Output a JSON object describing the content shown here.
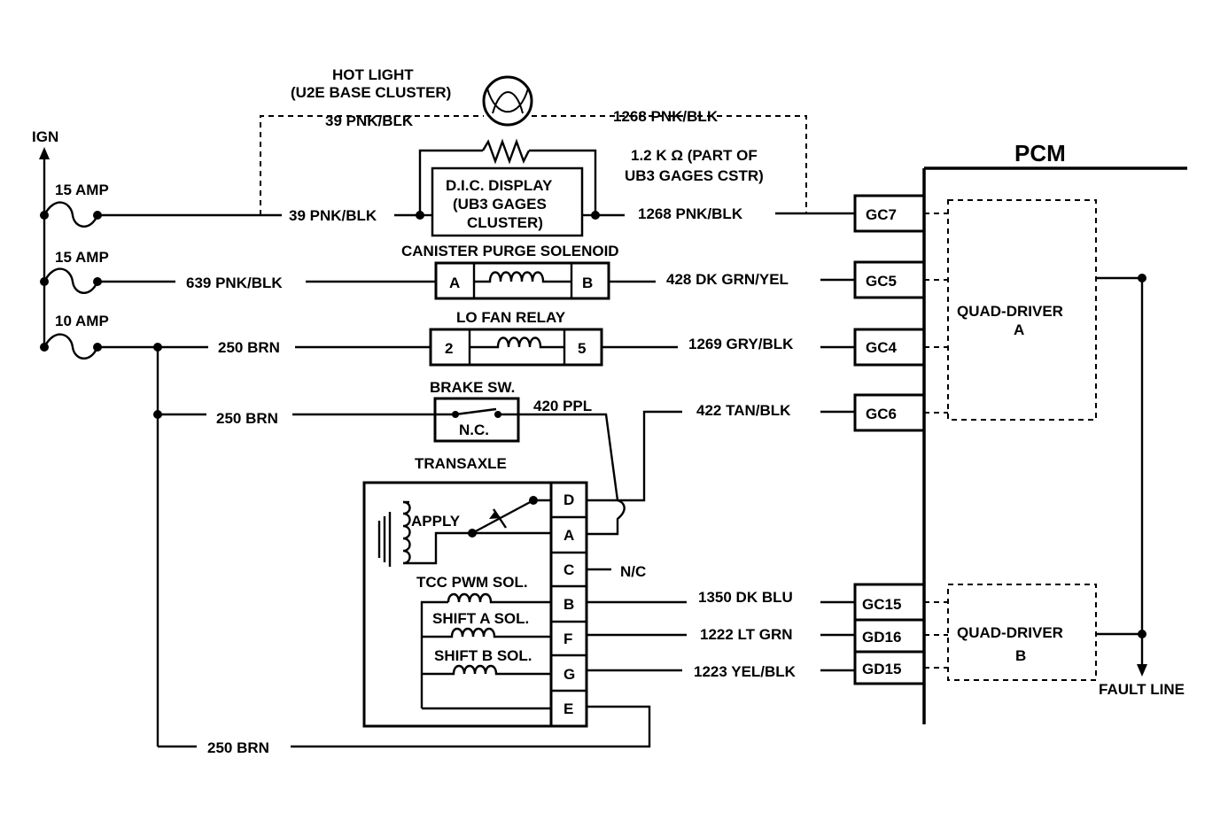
{
  "ign": "IGN",
  "fuses": {
    "f1": "15 AMP",
    "f2": "15 AMP",
    "f3": "10 AMP"
  },
  "hot_light": {
    "line1": "HOT LIGHT",
    "line2": "(U2E BASE CLUSTER)"
  },
  "wires": {
    "w39_top": "39 PNK/BLK",
    "w1268_top": "1268 PNK/BLK",
    "w39": "39 PNK/BLK",
    "w1268": "1268 PNK/BLK",
    "w639": "639 PNK/BLK",
    "w428": "428 DK GRN/YEL",
    "w250_a": "250 BRN",
    "w1269": "1269 GRY/BLK",
    "w250_b": "250 BRN",
    "w420": "420 PPL",
    "w422": "422 TAN/BLK",
    "nc_pin": "N/C",
    "w1350": "1350 DK BLU",
    "w1222": "1222 LT GRN",
    "w1223": "1223 YEL/BLK",
    "w250_c": "250 BRN"
  },
  "resistor": {
    "line1": "1.2 K Ω (PART OF",
    "line2": "UB3 GAGES CSTR)"
  },
  "dic": {
    "line1": "D.I.C. DISPLAY",
    "line2": "(UB3 GAGES",
    "line3": "CLUSTER)"
  },
  "purge": {
    "title": "CANISTER PURGE SOLENOID",
    "pin_a": "A",
    "pin_b": "B"
  },
  "fan": {
    "title": "LO FAN RELAY",
    "pin_2": "2",
    "pin_5": "5"
  },
  "brake": {
    "title": "BRAKE SW.",
    "state": "N.C."
  },
  "transaxle": {
    "title": "TRANSAXLE",
    "apply": "APPLY",
    "tcc": "TCC PWM SOL.",
    "shift_a": "SHIFT A SOL.",
    "shift_b": "SHIFT B SOL.",
    "pins": [
      "D",
      "A",
      "C",
      "B",
      "F",
      "G",
      "E"
    ]
  },
  "pcm": {
    "title": "PCM",
    "pins": {
      "gc7": "GC7",
      "gc5": "GC5",
      "gc4": "GC4",
      "gc6": "GC6",
      "gc15": "GC15",
      "gd16": "GD16",
      "gd15": "GD15"
    },
    "quad_a": {
      "line1": "QUAD-DRIVER",
      "line2": "A"
    },
    "quad_b": {
      "line1": "QUAD-DRIVER",
      "line2": "B"
    },
    "fault": "FAULT LINE"
  }
}
